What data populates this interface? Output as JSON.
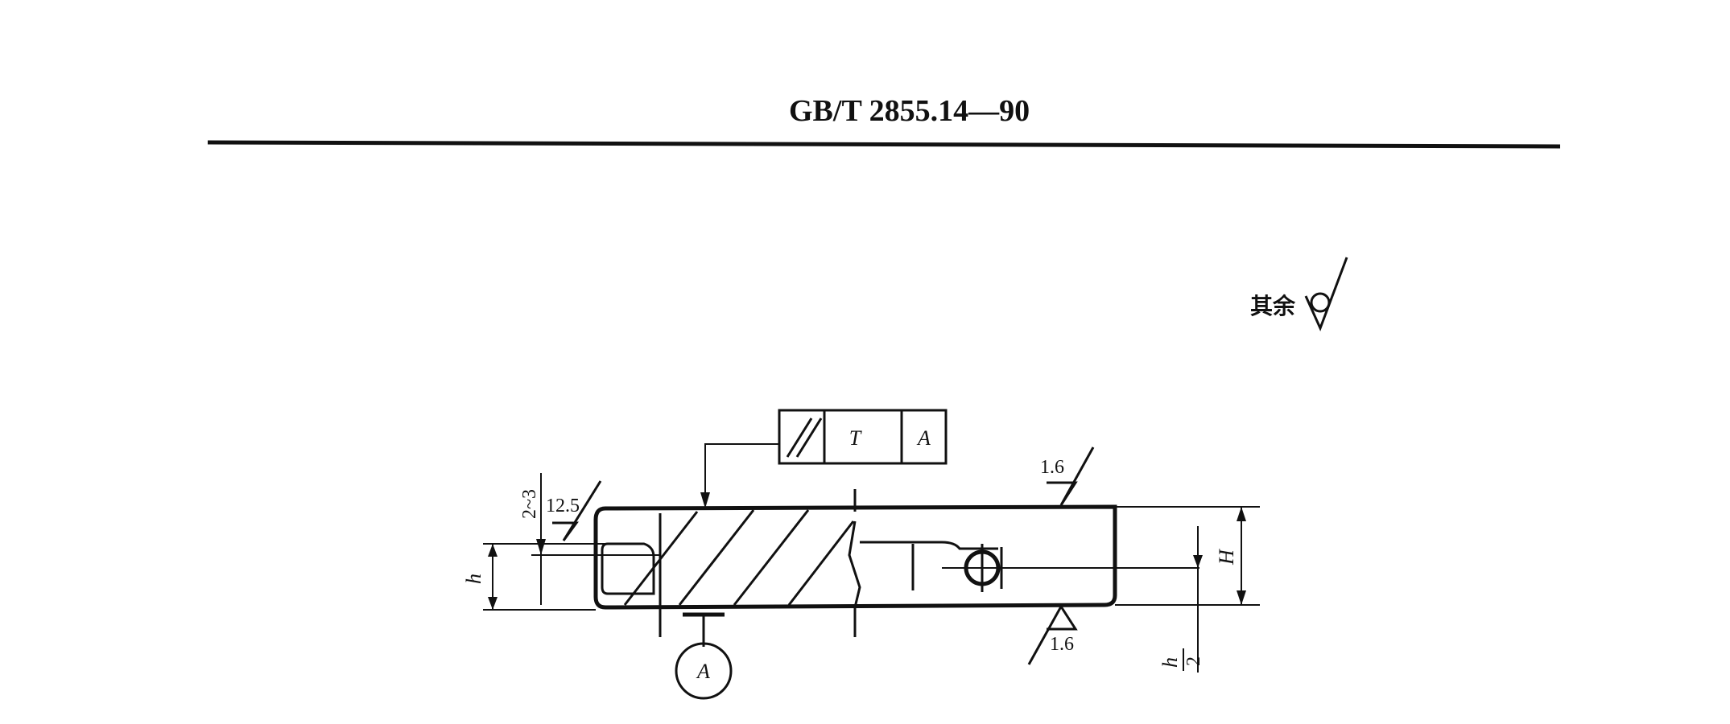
{
  "header": {
    "standard_code": "GB/T 2855.14—90"
  },
  "drawing": {
    "general_roughness_label": "其余",
    "tolerance_frame": {
      "symbol": "//",
      "value": "T",
      "datum": "A"
    },
    "datum_label": "A",
    "roughness": {
      "left": "12.5",
      "top": "1.6",
      "bottom": "1.6"
    },
    "dimensions": {
      "chamfer": "2~3",
      "height_small": "h",
      "height_total": "H",
      "half_height": "h/2",
      "half_height_num": "h",
      "half_height_den": "2"
    }
  }
}
